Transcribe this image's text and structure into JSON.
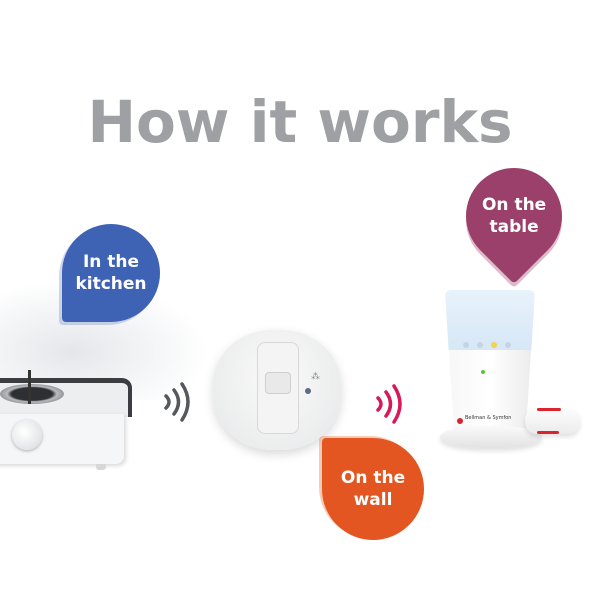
{
  "title": "How it works",
  "bubbles": {
    "kitchen": {
      "line1": "In the",
      "line2": "kitchen",
      "color": "#3e62b4"
    },
    "table": {
      "line1": "On the",
      "line2": "table",
      "color": "#9a406b"
    },
    "wall": {
      "line1": "On the",
      "line2": "wall",
      "color": "#e35622"
    }
  },
  "devices": {
    "stove": "gas-stove",
    "detector": "wall-detector",
    "receiver": "table-receiver",
    "receiver_brand": "Bellman & Symfon"
  },
  "signals": {
    "left_color": "#55585c",
    "right_color": "#d6195a"
  }
}
